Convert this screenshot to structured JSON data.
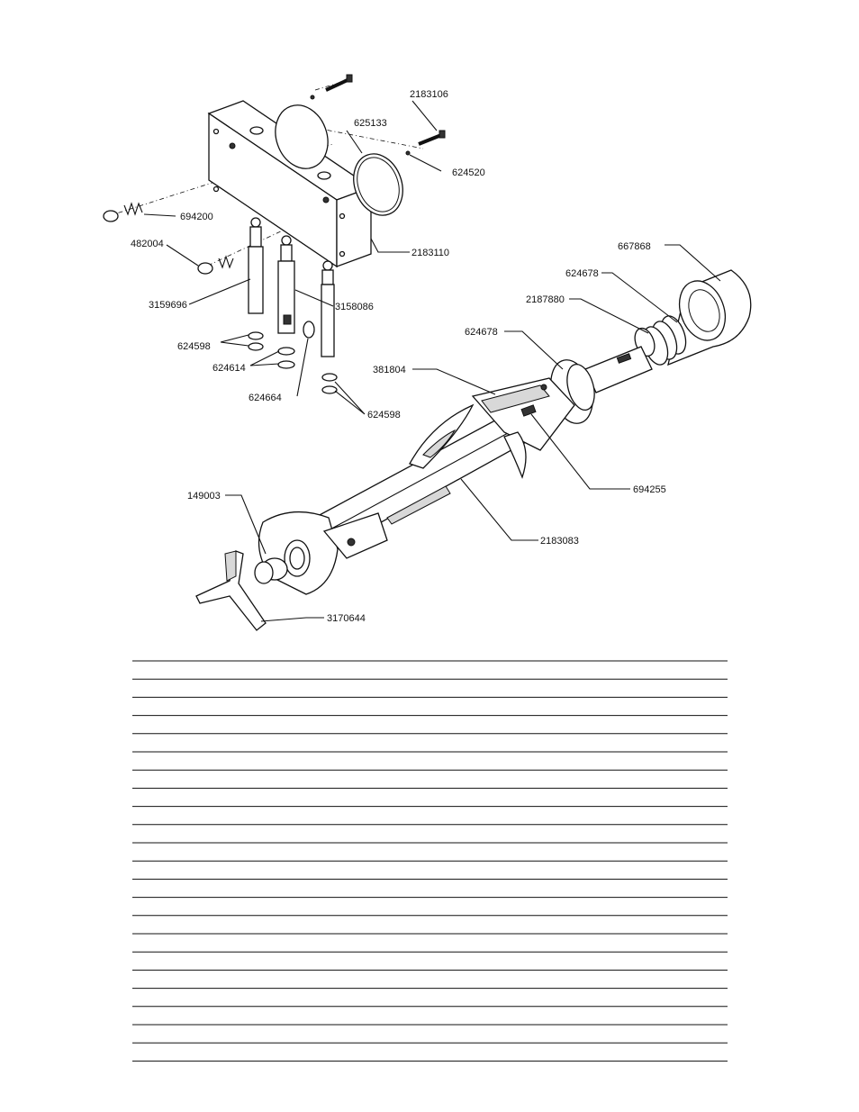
{
  "diagram": {
    "type": "exploded-parts-view",
    "callouts": [
      {
        "id": "c2183106",
        "label": "2183106"
      },
      {
        "id": "c625133",
        "label": "625133"
      },
      {
        "id": "c624520",
        "label": "624520"
      },
      {
        "id": "c694200",
        "label": "694200"
      },
      {
        "id": "c482004",
        "label": "482004"
      },
      {
        "id": "c2183110",
        "label": "2183110"
      },
      {
        "id": "c3159696",
        "label": "3159696"
      },
      {
        "id": "c3158086",
        "label": "3158086"
      },
      {
        "id": "c624598a",
        "label": "624598"
      },
      {
        "id": "c624614",
        "label": "624614"
      },
      {
        "id": "c624664",
        "label": "624664"
      },
      {
        "id": "c624598b",
        "label": "624598"
      },
      {
        "id": "c667868",
        "label": "667868"
      },
      {
        "id": "c624678a",
        "label": "624678"
      },
      {
        "id": "c2187880",
        "label": "2187880"
      },
      {
        "id": "c624678b",
        "label": "624678"
      },
      {
        "id": "c381804",
        "label": "381804"
      },
      {
        "id": "c694255",
        "label": "694255"
      },
      {
        "id": "c149003",
        "label": "149003"
      },
      {
        "id": "c2183083",
        "label": "2183083"
      },
      {
        "id": "c3170644",
        "label": "3170644"
      }
    ]
  },
  "parts_table": {
    "columns": [
      "",
      "",
      ""
    ],
    "row_count": 22
  }
}
